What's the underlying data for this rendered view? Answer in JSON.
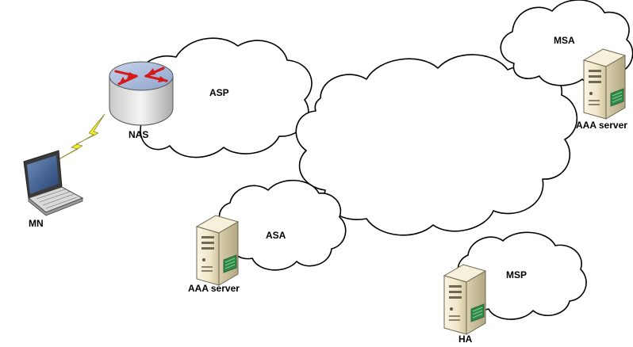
{
  "labels": {
    "asp": "ASP",
    "msa": "MSA",
    "asa": "ASA",
    "msp": "MSP",
    "nas": "NAS",
    "mn": "MN",
    "ha": "HA",
    "aaa_top": "AAA server",
    "aaa_bottom": "AAA server"
  },
  "colors": {
    "cloud_stroke": "#000000",
    "arrow_red": "#d51a1a",
    "lightning": "#f2ee2a",
    "server_body": "#efe6c8",
    "router_blue": "#9fb3d7"
  },
  "icons": [
    "router-icon",
    "laptop-icon",
    "server-icon",
    "lightning-icon"
  ]
}
